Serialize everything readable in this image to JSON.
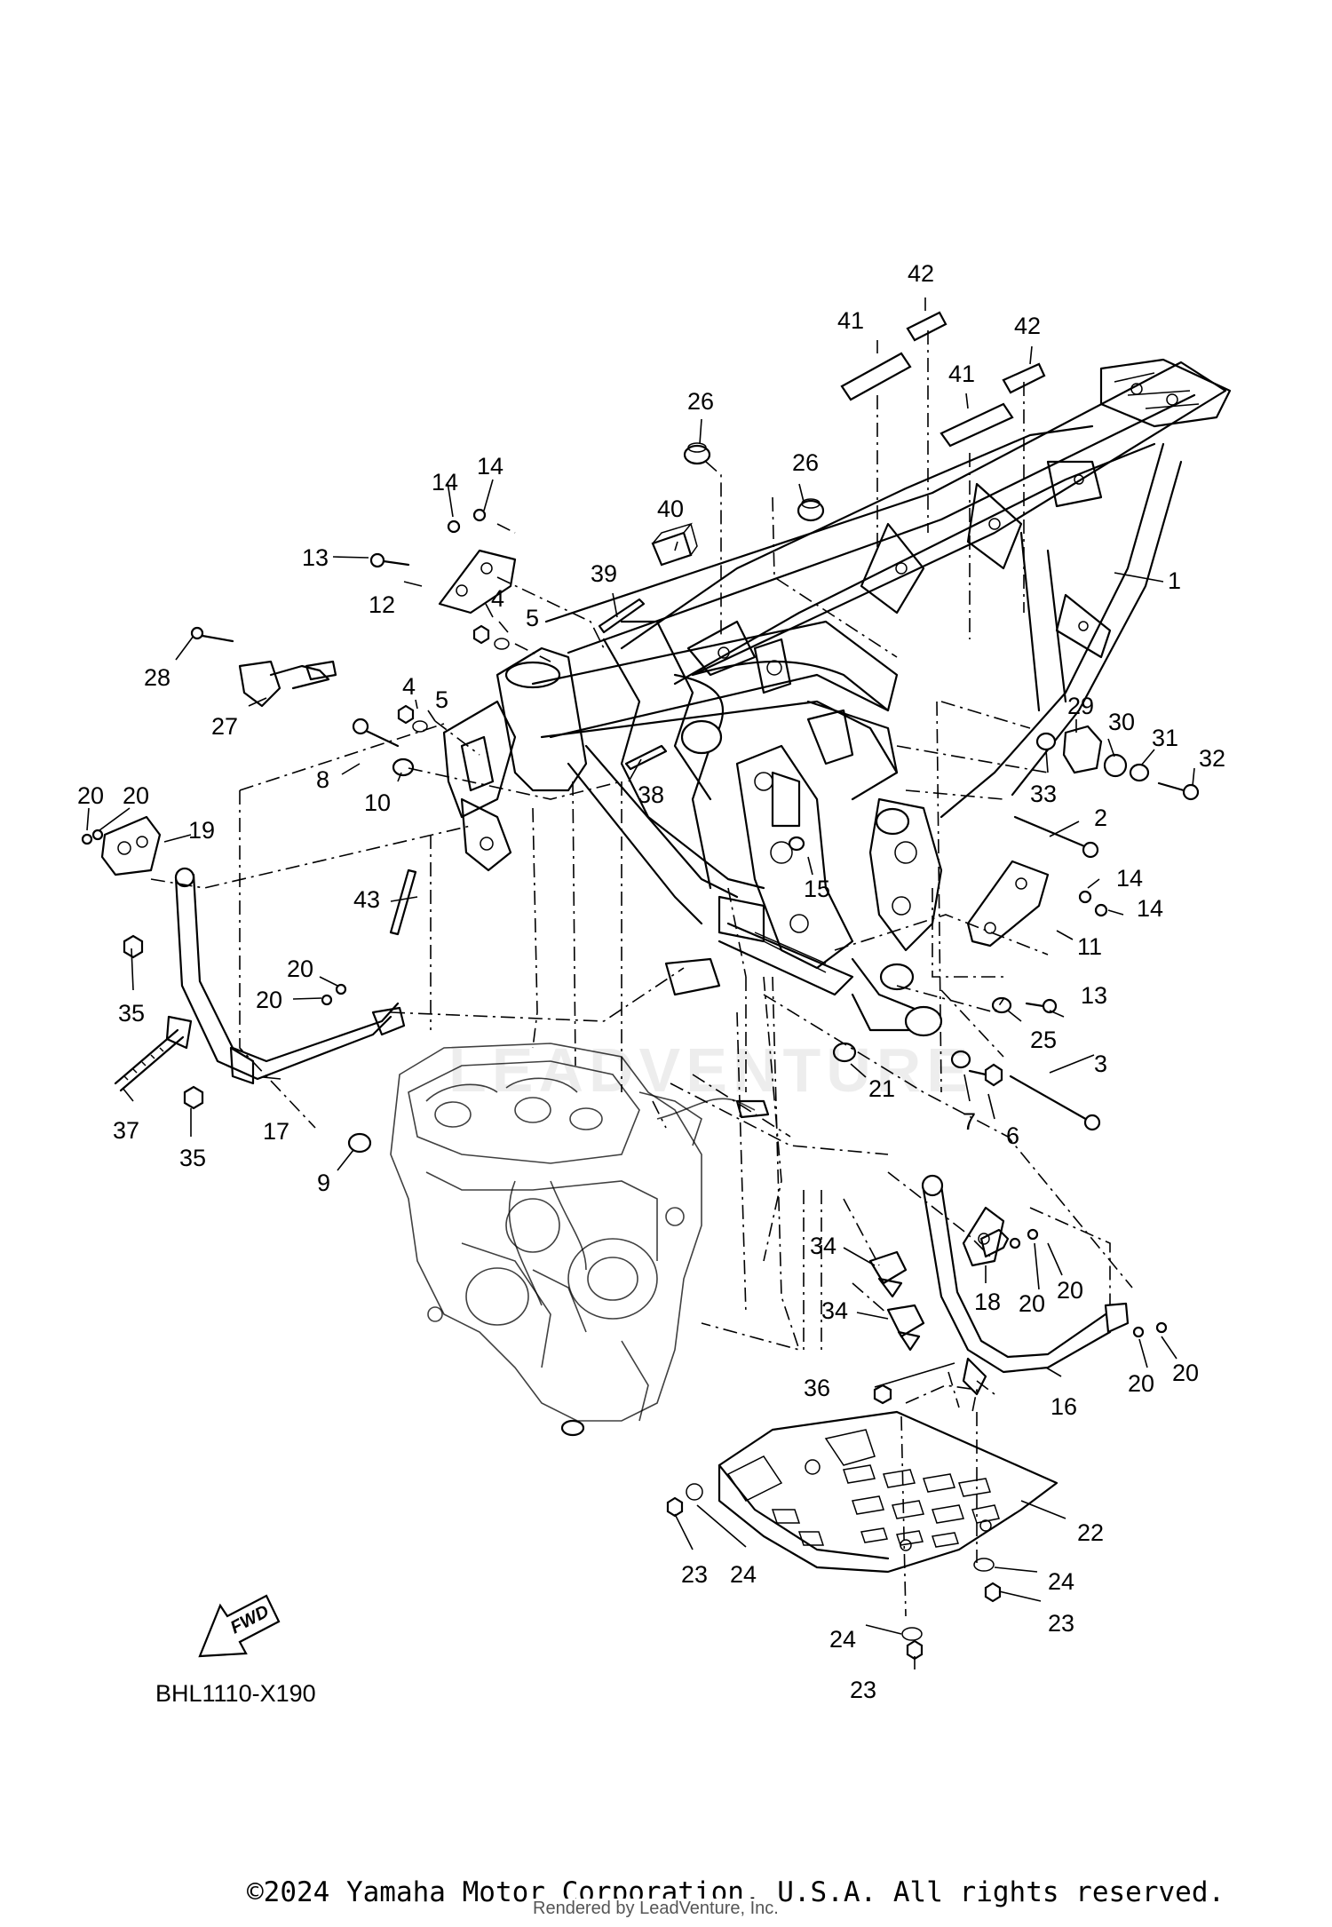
{
  "diagram": {
    "code": "BHL1110-X190",
    "fwd_label": "FWD",
    "watermark_text": "LEADVENTURE",
    "copyright": "©2024 Yamaha Motor Corporation, U.S.A. All rights reserved.",
    "rendered_by": "Rendered by LeadVenture, Inc.",
    "callouts": [
      "1",
      "2",
      "3",
      "4",
      "4",
      "5",
      "5",
      "6",
      "7",
      "8",
      "9",
      "10",
      "11",
      "12",
      "13",
      "13",
      "14",
      "14",
      "14",
      "14",
      "15",
      "16",
      "17",
      "18",
      "19",
      "20",
      "20",
      "20",
      "20",
      "20",
      "20",
      "20",
      "20",
      "21",
      "22",
      "23",
      "23",
      "23",
      "24",
      "24",
      "24",
      "25",
      "26",
      "26",
      "27",
      "28",
      "29",
      "30",
      "31",
      "32",
      "33",
      "34",
      "34",
      "35",
      "35",
      "36",
      "37",
      "38",
      "39",
      "40",
      "41",
      "41",
      "42",
      "42",
      "43"
    ]
  }
}
